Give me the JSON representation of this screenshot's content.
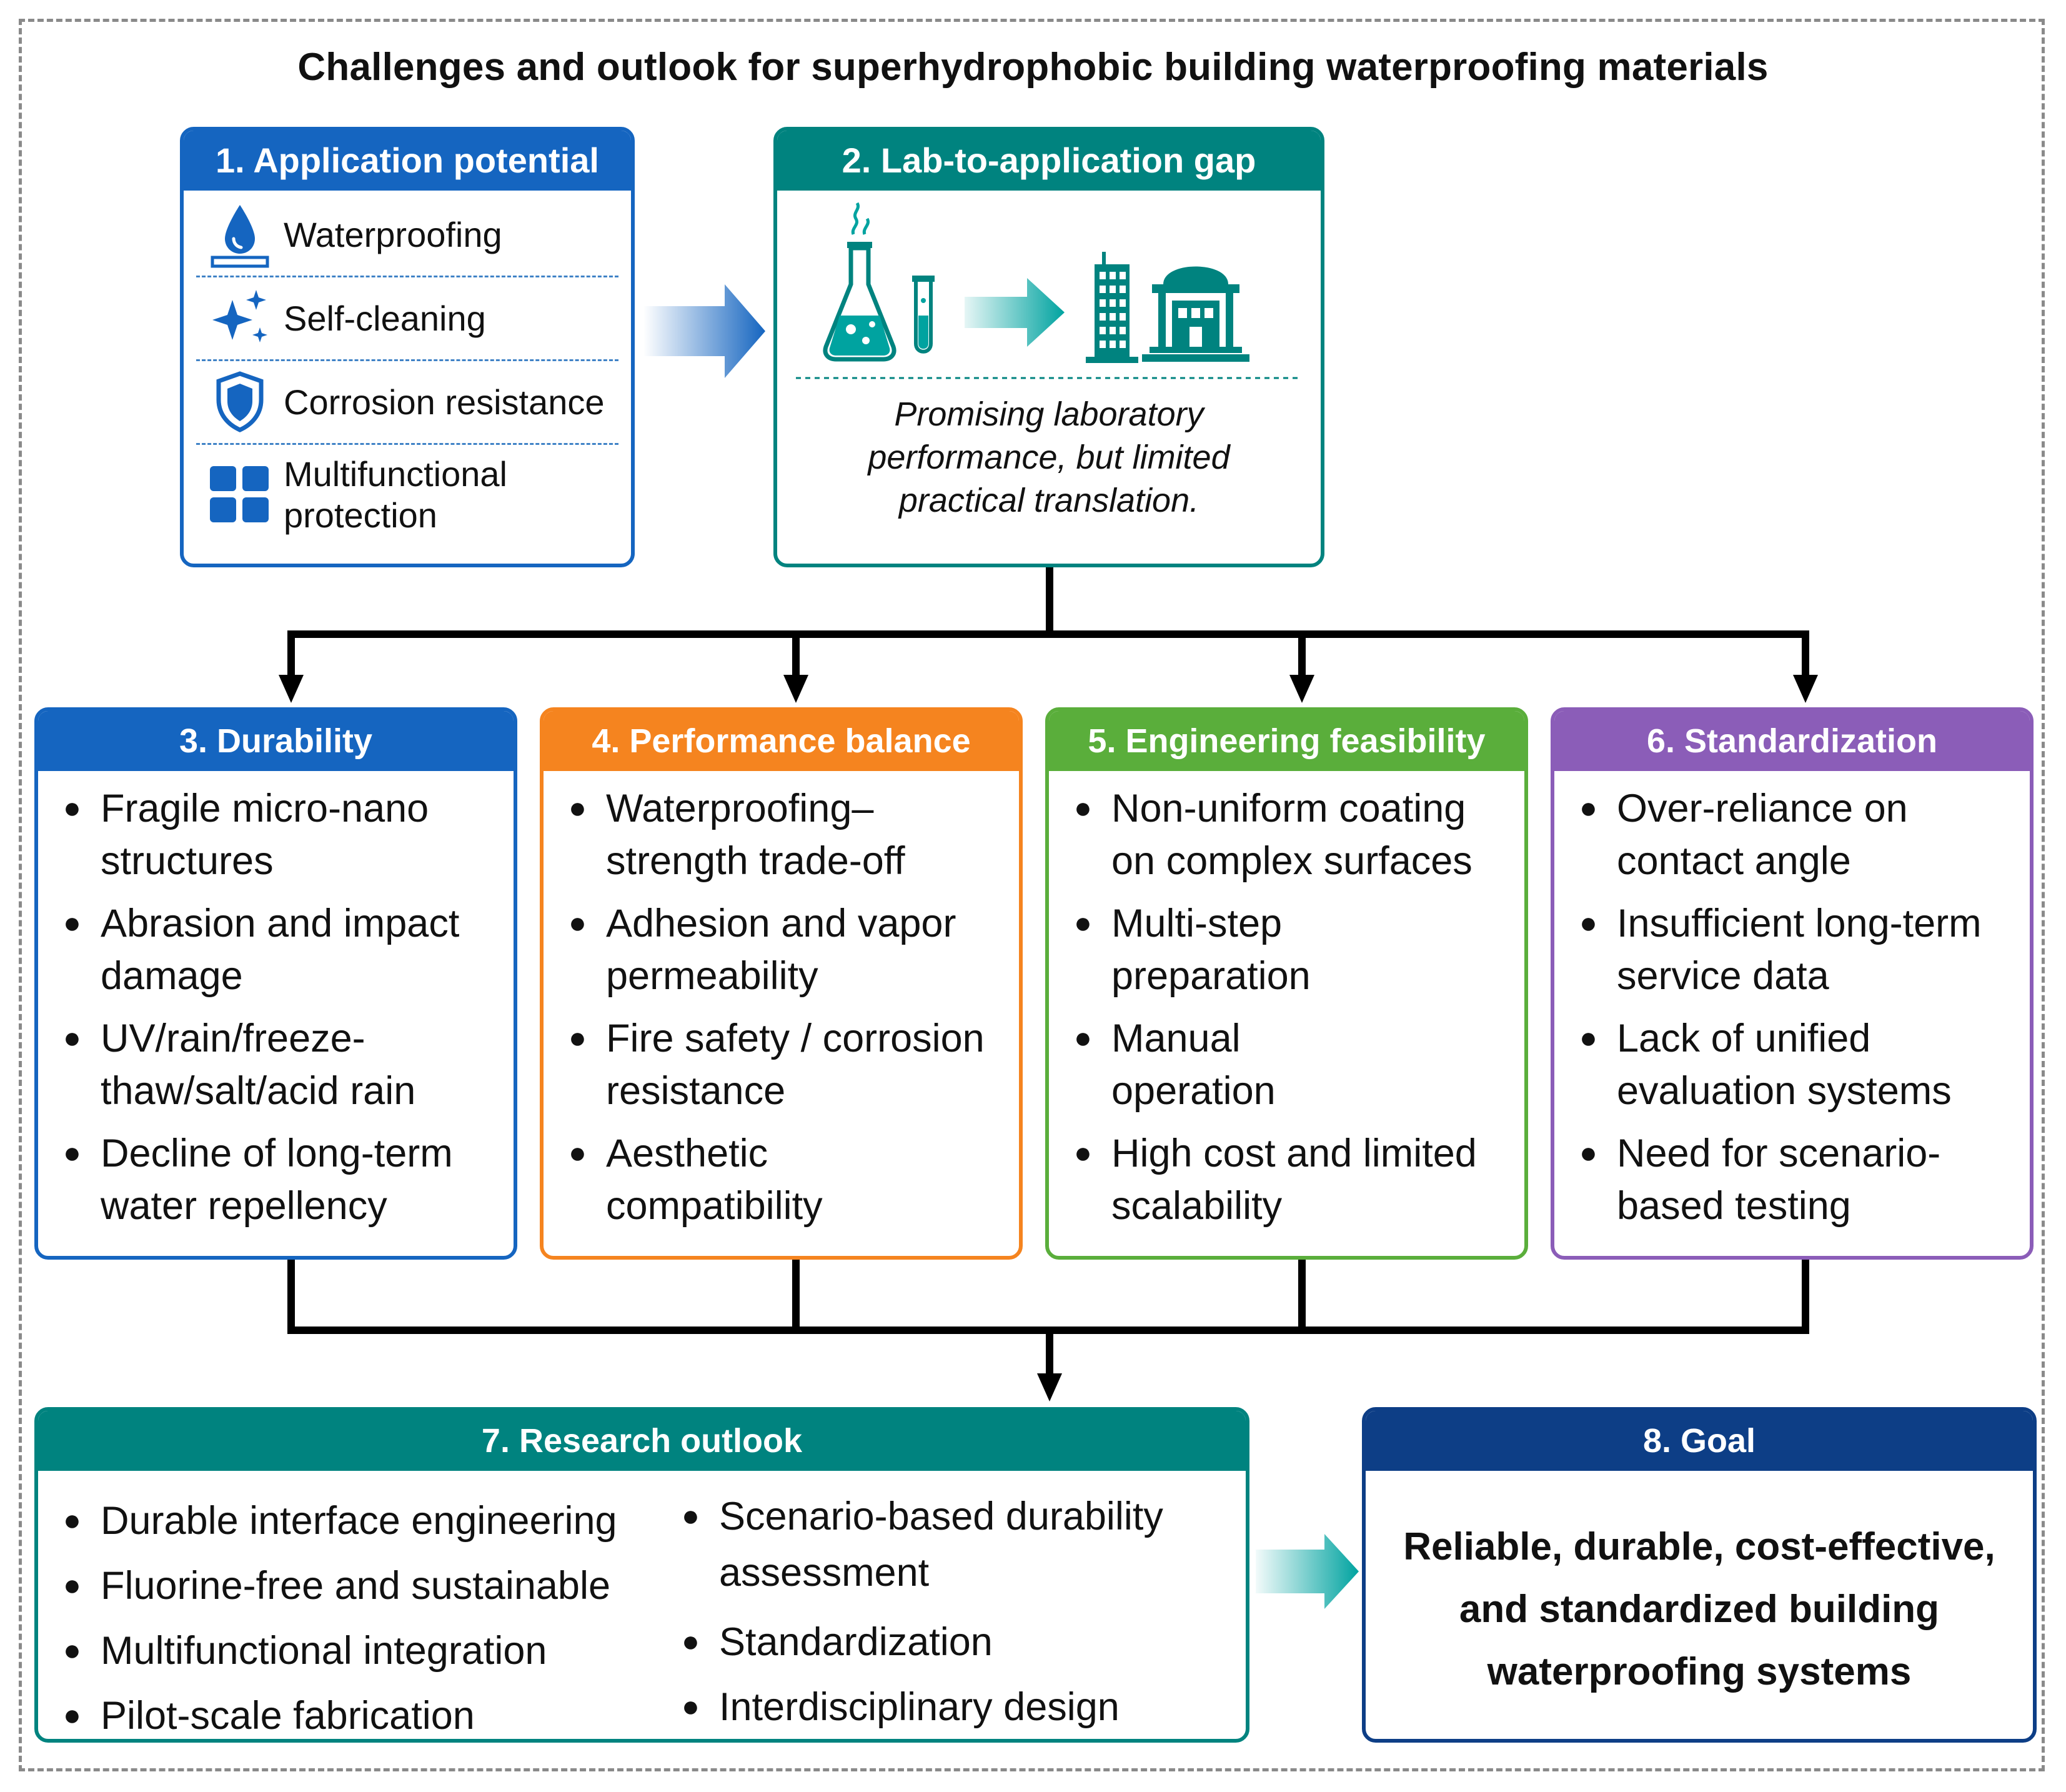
{
  "title": "Challenges and outlook for superhydrophobic building waterproofing materials",
  "colors": {
    "blue": "#1565C0",
    "teal": "#00837F",
    "orange": "#F5841F",
    "green": "#5AAE3B",
    "purple": "#8B5DB8",
    "navy": "#0D3E86",
    "frame": "#8A8A8A"
  },
  "box1": {
    "header": "1. Application potential",
    "items": [
      {
        "icon": "water-drop-icon",
        "label": "Waterproofing"
      },
      {
        "icon": "sparkle-icon",
        "label": "Self-cleaning"
      },
      {
        "icon": "shield-icon",
        "label": "Corrosion resistance"
      },
      {
        "icon": "grid-squares-icon",
        "label_line1": "Multifunctional",
        "label_line2": "protection"
      }
    ]
  },
  "box2": {
    "header": "2. Lab-to-application gap",
    "icons": [
      "flask-icon",
      "test-tube-icon",
      "arrow-right-icon",
      "skyscraper-icon",
      "government-building-icon"
    ],
    "text_line1": "Promising laboratory",
    "text_line2": "performance, but limited",
    "text_line3": "practical translation."
  },
  "box3": {
    "header": "3. Durability",
    "items": [
      {
        "line1": "Fragile micro-nano",
        "line2": "structures"
      },
      {
        "line1": "Abrasion and impact",
        "line2": "damage"
      },
      {
        "line1": "UV/rain/freeze-",
        "line2": "thaw/salt/acid rain"
      },
      {
        "line1": "Decline of long-term",
        "line2": "water repellency"
      }
    ]
  },
  "box4": {
    "header": "4. Performance balance",
    "items": [
      {
        "line1": "Waterproofing–",
        "line2": "strength trade-off"
      },
      {
        "line1": "Adhesion and vapor",
        "line2": "permeability"
      },
      {
        "line1": "Fire safety / corrosion",
        "line2": "resistance"
      },
      {
        "line1": "Aesthetic",
        "line2": "compatibility"
      }
    ]
  },
  "box5": {
    "header": "5. Engineering feasibility",
    "items": [
      {
        "line1": "Non-uniform coating",
        "line2": "on complex surfaces"
      },
      {
        "line1": "Multi-step",
        "line2": "preparation"
      },
      {
        "line1": "Manual",
        "line2": "operation"
      },
      {
        "line1": "High cost and limited",
        "line2": "scalability"
      }
    ]
  },
  "box6": {
    "header": "6. Standardization",
    "items": [
      {
        "line1": "Over-reliance on",
        "line2": "contact angle"
      },
      {
        "line1": "Insufficient long-term",
        "line2": "service data"
      },
      {
        "line1": "Lack of unified",
        "line2": "evaluation systems"
      },
      {
        "line1": "Need for scenario-",
        "line2": "based testing"
      }
    ]
  },
  "box7": {
    "header": "7. Research outlook",
    "left_items": [
      "Durable interface engineering",
      "Fluorine-free and sustainable",
      "Multifunctional integration",
      "Pilot-scale fabrication"
    ],
    "right_first_line1": "Scenario-based durability",
    "right_first_line2": "assessment",
    "right_items": [
      "Standardization",
      "Interdisciplinary design"
    ]
  },
  "box8": {
    "header": "8. Goal",
    "text_line1": "Reliable, durable, cost-effective,",
    "text_line2": "and standardized building",
    "text_line3": "waterproofing systems"
  }
}
